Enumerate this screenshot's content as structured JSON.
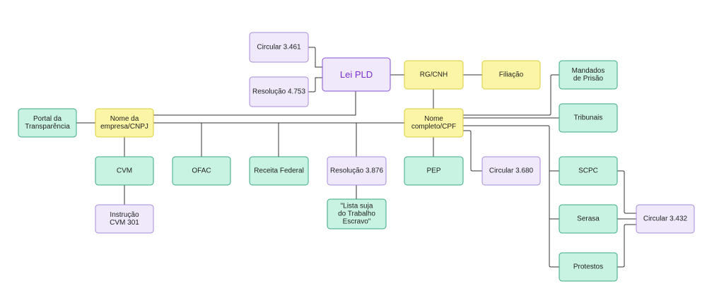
{
  "colors": {
    "green_fill": "#c8f2e2",
    "green_stroke": "#3aa884",
    "yellow_fill": "#fbf6a6",
    "yellow_stroke": "#d8cc3a",
    "purple_fill": "#efe9fb",
    "purple_stroke": "#a78bd9",
    "purple_strong_stroke": "#8a4fd6",
    "connector": "#333333"
  },
  "nodes": {
    "portal": {
      "lines": [
        "Portal da",
        "Transparência"
      ]
    },
    "empresa": {
      "lines": [
        "Nome da",
        "empresa/CNPJ"
      ]
    },
    "cvm": {
      "lines": [
        "CVM"
      ]
    },
    "instrucao": {
      "lines": [
        "Instrução",
        "CVM 301"
      ]
    },
    "ofac": {
      "lines": [
        "OFAC"
      ]
    },
    "receita": {
      "lines": [
        "Receita Federal"
      ]
    },
    "resolucao3876": {
      "lines": [
        "Resolução 3.876"
      ]
    },
    "lista": {
      "lines": [
        "\"Lista suja",
        "do Trabalho",
        "Escravo\""
      ]
    },
    "circ3461": {
      "lines": [
        "Circular 3.461"
      ]
    },
    "res4753": {
      "lines": [
        "Resolução 4.753"
      ]
    },
    "leipld": {
      "lines": [
        "Lei PLD"
      ]
    },
    "rgcnh": {
      "lines": [
        "RG/CNH"
      ]
    },
    "filiacao": {
      "lines": [
        "Filiação"
      ]
    },
    "nomecpf": {
      "lines": [
        "Nome",
        "completo/CPF"
      ]
    },
    "pep": {
      "lines": [
        "PEP"
      ]
    },
    "circ3680": {
      "lines": [
        "Circular 3.680"
      ]
    },
    "mandados": {
      "lines": [
        "Mandados",
        "de Prisão"
      ]
    },
    "tribunais": {
      "lines": [
        "Tribunais"
      ]
    },
    "scpc": {
      "lines": [
        "SCPC"
      ]
    },
    "serasa": {
      "lines": [
        "Serasa"
      ]
    },
    "protestos": {
      "lines": [
        "Protestos"
      ]
    },
    "circ3432": {
      "lines": [
        "Circular 3.432"
      ]
    }
  }
}
